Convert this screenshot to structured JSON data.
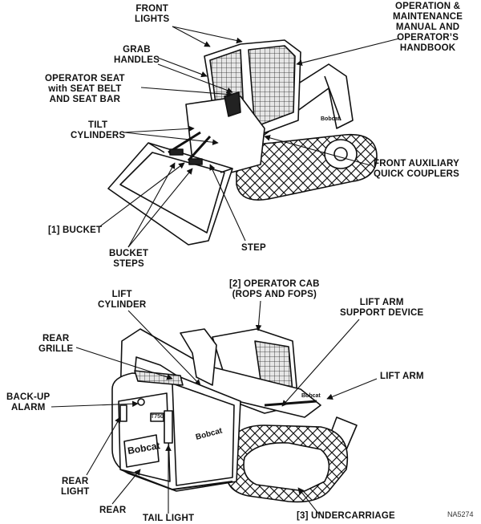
{
  "top_figure": {
    "labels": {
      "front_lights": [
        "FRONT",
        "LIGHTS"
      ],
      "operation_manual": [
        "OPERATION &",
        "MAINTENANCE",
        "MANUAL AND",
        "OPERATOR’S",
        "HANDBOOK"
      ],
      "grab_handles": [
        "GRAB",
        "HANDLES"
      ],
      "operator_seat": [
        "OPERATOR SEAT",
        "with SEAT BELT",
        "AND SEAT BAR"
      ],
      "tilt_cylinders": [
        "TILT",
        "CYLINDERS"
      ],
      "front_aux": [
        "FRONT AUXILIARY",
        "QUICK COUPLERS"
      ],
      "bucket": [
        "[1] BUCKET"
      ],
      "step": [
        "STEP"
      ],
      "bucket_steps": [
        "BUCKET",
        "STEPS"
      ]
    }
  },
  "bottom_figure": {
    "labels": {
      "lift_cylinder": [
        "LIFT",
        "CYLINDER"
      ],
      "operator_cab": [
        "[2] OPERATOR CAB",
        "(ROPS AND FOPS)"
      ],
      "lift_arm_support": [
        "LIFT ARM",
        "SUPPORT DEVICE"
      ],
      "rear_grille": [
        "REAR",
        "GRILLE"
      ],
      "lift_arm": [
        "LIFT ARM"
      ],
      "backup_alarm": [
        "BACK-UP",
        "ALARM"
      ],
      "rear_light": [
        "REAR",
        "LIGHT"
      ],
      "rear": [
        "REAR"
      ],
      "tail_light": [
        "TAIL LIGHT"
      ],
      "undercarriage": [
        "[3] UNDERCARRIAGE"
      ]
    },
    "brand": "Bobcat",
    "model": "T750",
    "figure_code": "NA5274"
  },
  "colors": {
    "ink": "#111111",
    "cab_glass": "#d9d9d9",
    "track": "#bdbdbd"
  }
}
